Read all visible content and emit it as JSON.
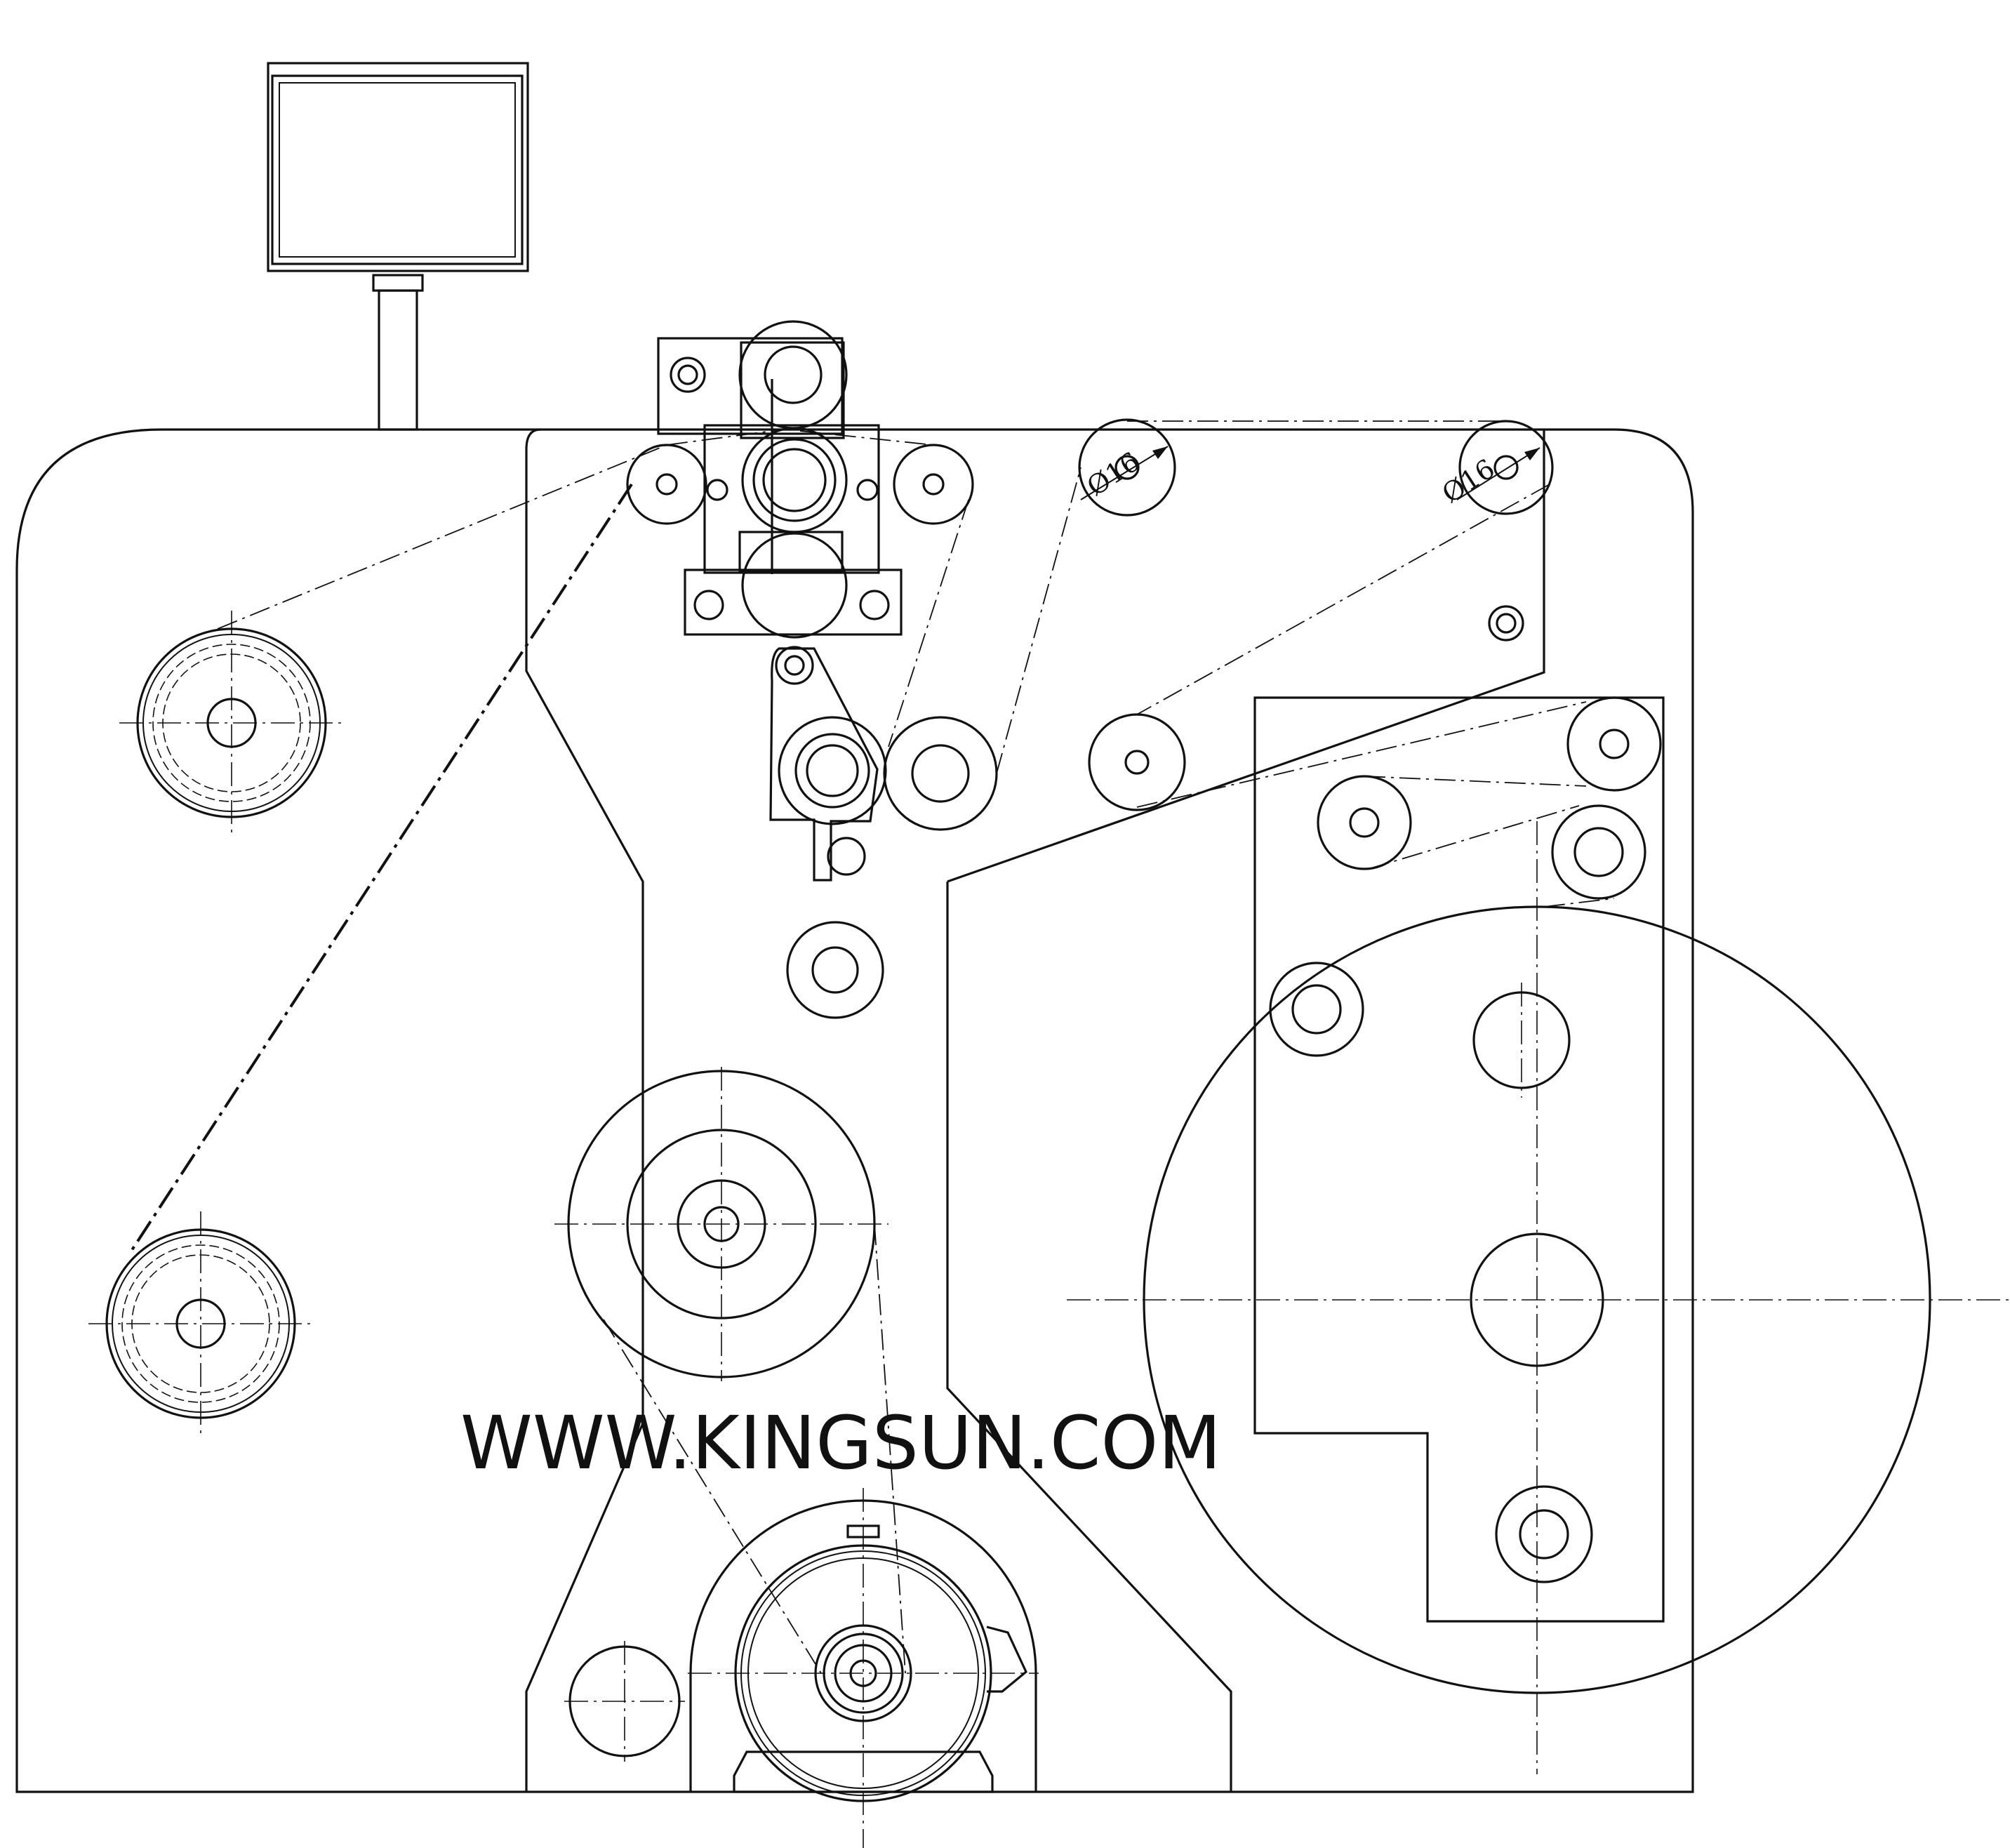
{
  "dimensions": {
    "left": "Ø16",
    "right": "Ø16"
  },
  "watermark": "WWW.KINGSUN.COM"
}
